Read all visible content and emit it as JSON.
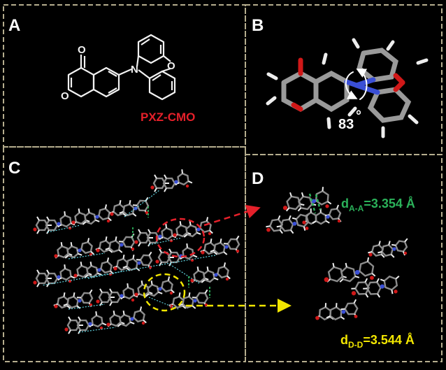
{
  "panels": {
    "a": {
      "letter": "A",
      "compound_label": "PXZ-CMO",
      "atom_n": "N",
      "atom_o": "O"
    },
    "b": {
      "letter": "B",
      "angle_label": "83",
      "degree_symbol": "°"
    },
    "c": {
      "letter": "C"
    },
    "d": {
      "letter": "D",
      "dist_aa": {
        "main": "d",
        "sub": "A-A",
        "value": "=3.354 Å"
      },
      "dist_dd": {
        "main": "d",
        "sub": "D-D",
        "value": "=3.544 Å"
      }
    }
  },
  "colors": {
    "background": "#000000",
    "dashed_border": "#b5ad8e",
    "label_red": "#e5202a",
    "green": "#2bb25a",
    "yellow": "#f2e600",
    "carbon": "#8c8c8c",
    "hydrogen": "#ededed",
    "oxygen": "#d01818",
    "nitrogen": "#3a4fd6"
  }
}
